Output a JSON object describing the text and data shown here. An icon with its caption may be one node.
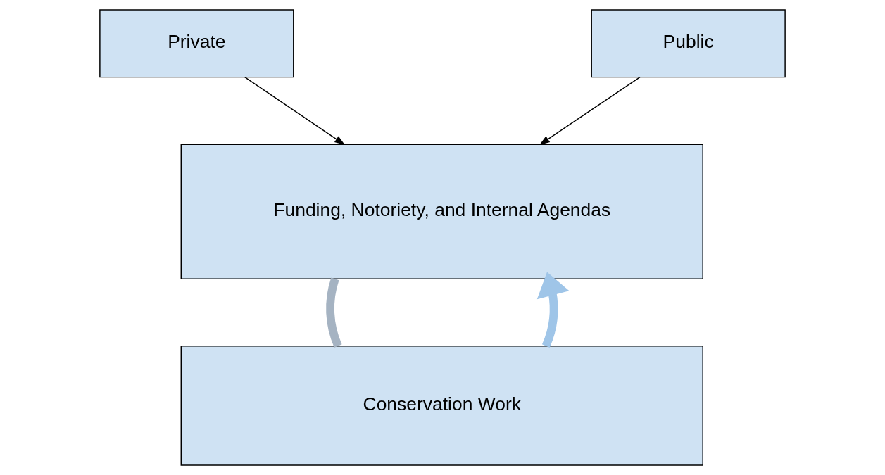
{
  "diagram": {
    "nodes": [
      {
        "text": [
          "Private"
        ]
      },
      {
        "text": [
          "Public"
        ]
      },
      {
        "text": [
          "Funding, Notoriety, and Internal Agendas"
        ]
      },
      {
        "text": [
          "Conservation Work"
        ]
      }
    ],
    "edges": [
      {
        "from": 0,
        "to": 2,
        "arrow": "to"
      },
      {
        "from": 1,
        "to": 2,
        "arrow": "to"
      },
      {
        "from": 2,
        "to": 3,
        "arrow": "none",
        "style": "thick",
        "color": "#a5b3c2"
      },
      {
        "from": 3,
        "to": 2,
        "arrow": "to",
        "style": "thick",
        "color": "#9fc5e8"
      }
    ]
  }
}
